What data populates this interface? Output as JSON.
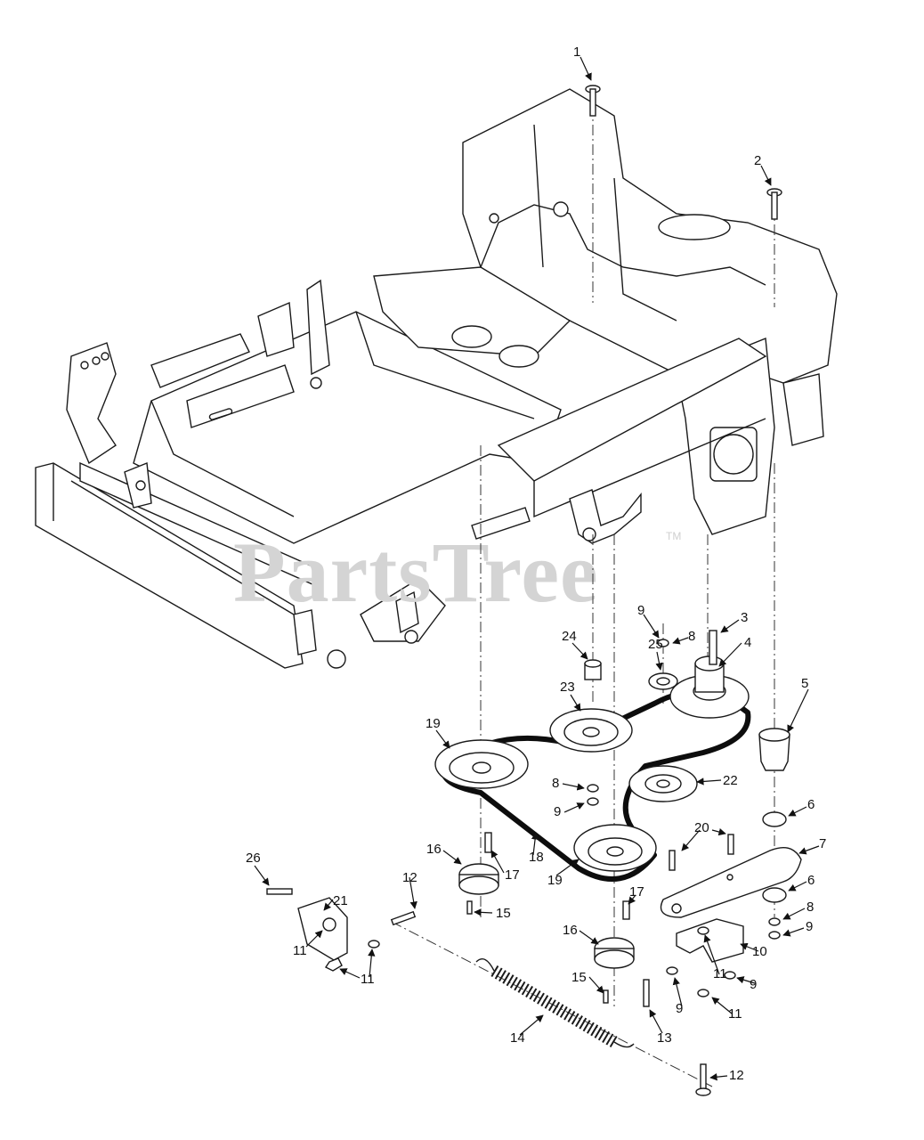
{
  "watermark": {
    "text": "PartsTree",
    "trademark": "TM"
  },
  "callouts": [
    {
      "id": "c1",
      "label": "1"
    },
    {
      "id": "c2",
      "label": "2"
    },
    {
      "id": "c3",
      "label": "3"
    },
    {
      "id": "c4",
      "label": "4"
    },
    {
      "id": "c5",
      "label": "5"
    },
    {
      "id": "c6a",
      "label": "6"
    },
    {
      "id": "c6b",
      "label": "6"
    },
    {
      "id": "c7",
      "label": "7"
    },
    {
      "id": "c8a",
      "label": "8"
    },
    {
      "id": "c8b",
      "label": "8"
    },
    {
      "id": "c8c",
      "label": "8"
    },
    {
      "id": "c9a",
      "label": "9"
    },
    {
      "id": "c9b",
      "label": "9"
    },
    {
      "id": "c9c",
      "label": "9"
    },
    {
      "id": "c9d",
      "label": "9"
    },
    {
      "id": "c9e",
      "label": "9"
    },
    {
      "id": "c10",
      "label": "10"
    },
    {
      "id": "c11a",
      "label": "11"
    },
    {
      "id": "c11b",
      "label": "11"
    },
    {
      "id": "c11c",
      "label": "11"
    },
    {
      "id": "c11d",
      "label": "11"
    },
    {
      "id": "c12a",
      "label": "12"
    },
    {
      "id": "c12b",
      "label": "12"
    },
    {
      "id": "c13",
      "label": "13"
    },
    {
      "id": "c14",
      "label": "14"
    },
    {
      "id": "c15a",
      "label": "15"
    },
    {
      "id": "c15b",
      "label": "15"
    },
    {
      "id": "c16a",
      "label": "16"
    },
    {
      "id": "c16b",
      "label": "16"
    },
    {
      "id": "c17a",
      "label": "17"
    },
    {
      "id": "c17b",
      "label": "17"
    },
    {
      "id": "c18",
      "label": "18"
    },
    {
      "id": "c19a",
      "label": "19"
    },
    {
      "id": "c19b",
      "label": "19"
    },
    {
      "id": "c20",
      "label": "20"
    },
    {
      "id": "c21",
      "label": "21"
    },
    {
      "id": "c22",
      "label": "22"
    },
    {
      "id": "c23",
      "label": "23"
    },
    {
      "id": "c24",
      "label": "24"
    },
    {
      "id": "c25",
      "label": "25"
    },
    {
      "id": "c26",
      "label": "26"
    }
  ]
}
